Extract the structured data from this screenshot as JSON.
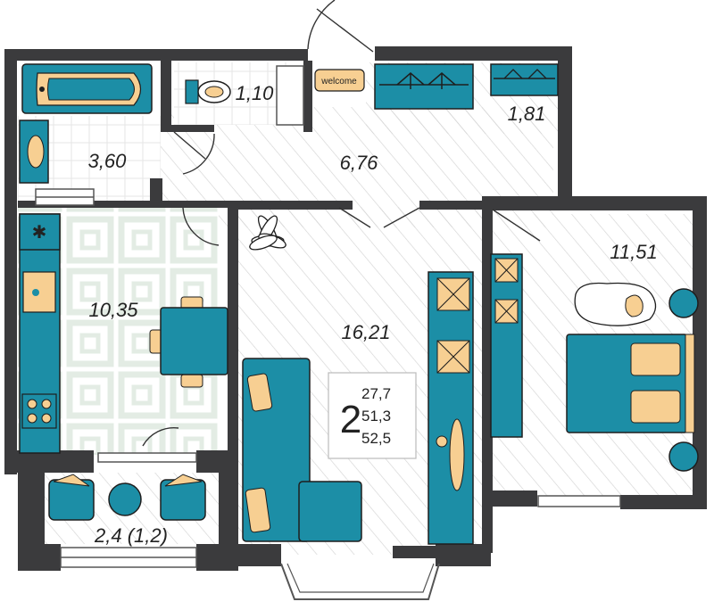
{
  "colors": {
    "wall": "#3b3b3d",
    "furniture": "#1c8ea6",
    "accent": "#f7cf92",
    "outline": "#1e1e1e",
    "hatch": "#cfcfcf",
    "tile": "#e7efe7"
  },
  "rooms": {
    "bathroom": "3,60",
    "toilet": "1,10",
    "hall": "6,76",
    "closet": "1,81",
    "kitchen": "10,35",
    "living": "16,21",
    "bedroom": "11,51",
    "balcony": "2,4 (1,2)"
  },
  "doormat": "welcome",
  "summary": {
    "rooms_count": "2",
    "living_area": "27,7",
    "total_area": "51,3",
    "total_with_balcony": "52,5"
  },
  "icons": [
    "bathtub-icon",
    "sink-icon",
    "toilet-icon",
    "hanger-icon",
    "fridge-icon",
    "stove-icon",
    "bed-icon",
    "sofa-icon",
    "table-icon",
    "chair-icon",
    "plant-icon",
    "rug-icon",
    "cat-icon",
    "desk-icon",
    "lamp-icon"
  ]
}
